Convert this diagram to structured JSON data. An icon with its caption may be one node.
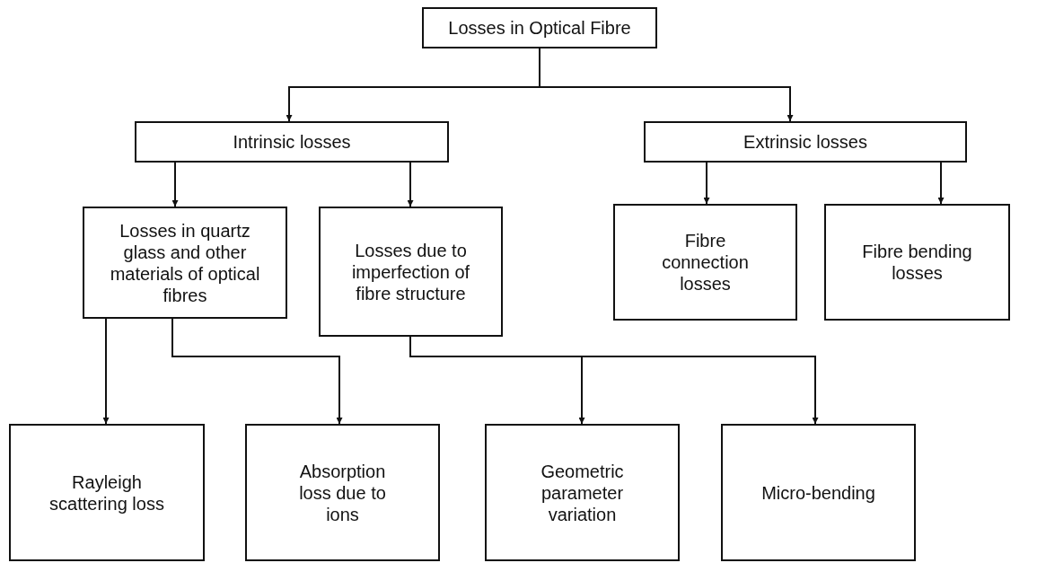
{
  "diagram": {
    "nodes": [
      {
        "text": [
          "Losses in Optical Fibre"
        ]
      },
      {
        "text": [
          "Intrinsic losses"
        ]
      },
      {
        "text": [
          "Extrinsic losses"
        ]
      },
      {
        "text": [
          "Losses in quartz glass and other materials of optical fibres"
        ]
      },
      {
        "text": [
          "Losses due to imperfection of fibre structure"
        ]
      },
      {
        "text": [
          "Fibre connection losses"
        ]
      },
      {
        "text": [
          "Fibre bending losses"
        ]
      },
      {
        "text": [
          "Rayleigh scattering loss"
        ]
      },
      {
        "text": [
          "Absorption loss due to ions"
        ]
      },
      {
        "text": [
          "Geometric parameter variation"
        ]
      },
      {
        "text": [
          "Micro-bending"
        ]
      }
    ],
    "edges": [
      {
        "from": 0,
        "to": 1,
        "arrow": "to"
      },
      {
        "from": 0,
        "to": 2,
        "arrow": "to"
      },
      {
        "from": 1,
        "to": 3,
        "arrow": "to"
      },
      {
        "from": 1,
        "to": 4,
        "arrow": "to"
      },
      {
        "from": 2,
        "to": 5,
        "arrow": "to"
      },
      {
        "from": 2,
        "to": 6,
        "arrow": "to"
      },
      {
        "from": 3,
        "to": 7,
        "arrow": "to"
      },
      {
        "from": 3,
        "to": 8,
        "arrow": "to"
      },
      {
        "from": 4,
        "to": 9,
        "arrow": "to"
      },
      {
        "from": 4,
        "to": 10,
        "arrow": "to"
      }
    ]
  }
}
